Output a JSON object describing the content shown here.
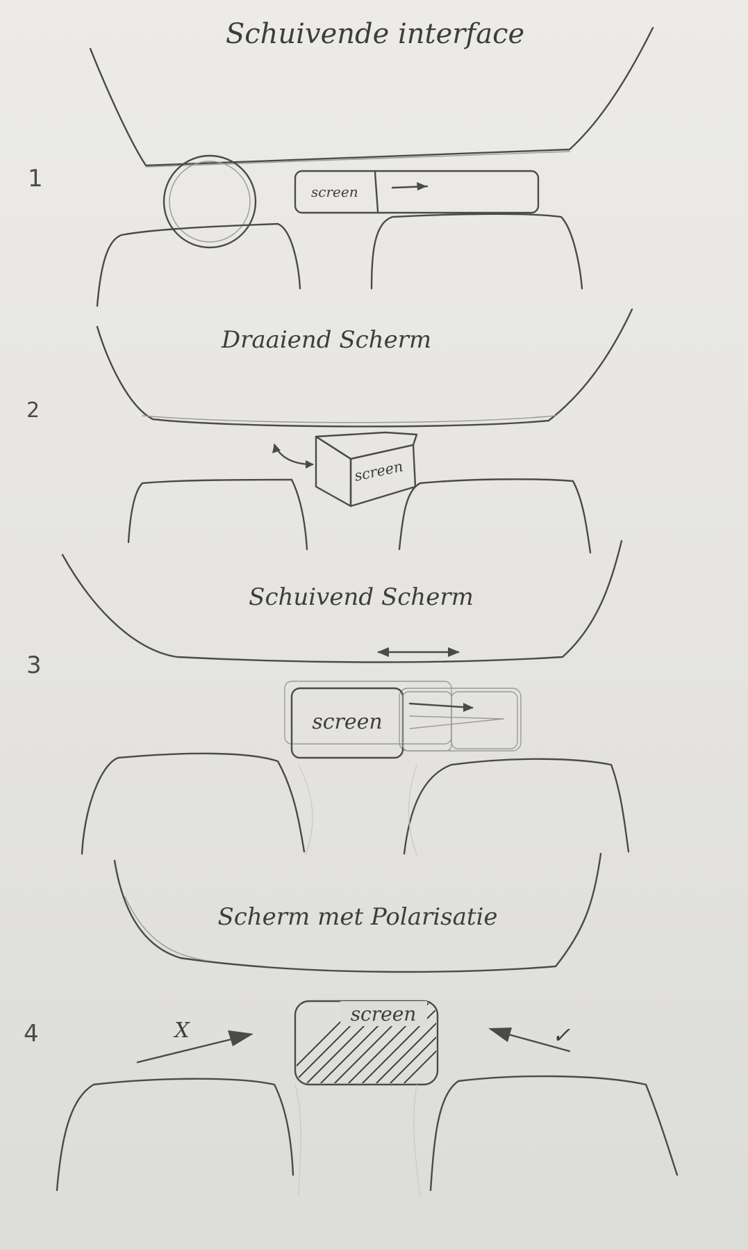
{
  "title": "Schuivende interface",
  "sections": [
    {
      "number": "1",
      "heading": "",
      "screen_label": "screen"
    },
    {
      "number": "2",
      "heading": "Draaiend Scherm",
      "screen_label": "screen"
    },
    {
      "number": "3",
      "heading": "Schuivend Scherm",
      "screen_label": "screen"
    },
    {
      "number": "4",
      "heading": "Scherm met Polarisatie",
      "screen_label": "screen",
      "left_mark": "X",
      "right_mark": "✓"
    }
  ],
  "colors": {
    "paper": "#e9e8e4",
    "pencil": "#4a4a4a"
  }
}
